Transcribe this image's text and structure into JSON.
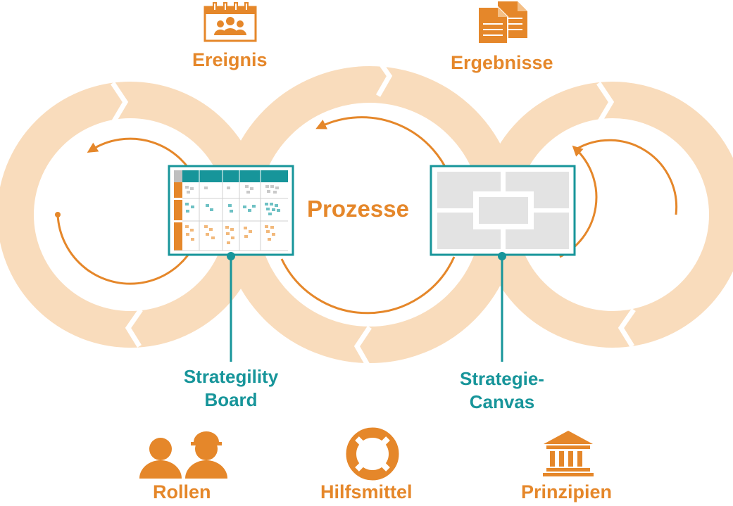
{
  "title": "Prozesse",
  "top_labels": {
    "ereignis": "Ereignis",
    "ergebnisse": "Ergebnisse"
  },
  "tools": {
    "board": {
      "line1": "Strategility",
      "line2": "Board"
    },
    "canvas": {
      "line1": "Strategie-",
      "line2": "Canvas"
    }
  },
  "bottom_labels": {
    "rollen": "Rollen",
    "hilfsmittel": "Hilfsmittel",
    "prinzipien": "Prinzipien"
  },
  "icons": {
    "ereignis": "calendar-people-icon",
    "ergebnisse": "documents-icon",
    "rollen": "people-icon",
    "hilfsmittel": "lifebuoy-icon",
    "prinzipien": "temple-icon"
  },
  "colors": {
    "orange": "#e5872a",
    "ring": "#f9dcbc",
    "teal": "#17959a",
    "canvas_gray": "#e3e3e3"
  }
}
